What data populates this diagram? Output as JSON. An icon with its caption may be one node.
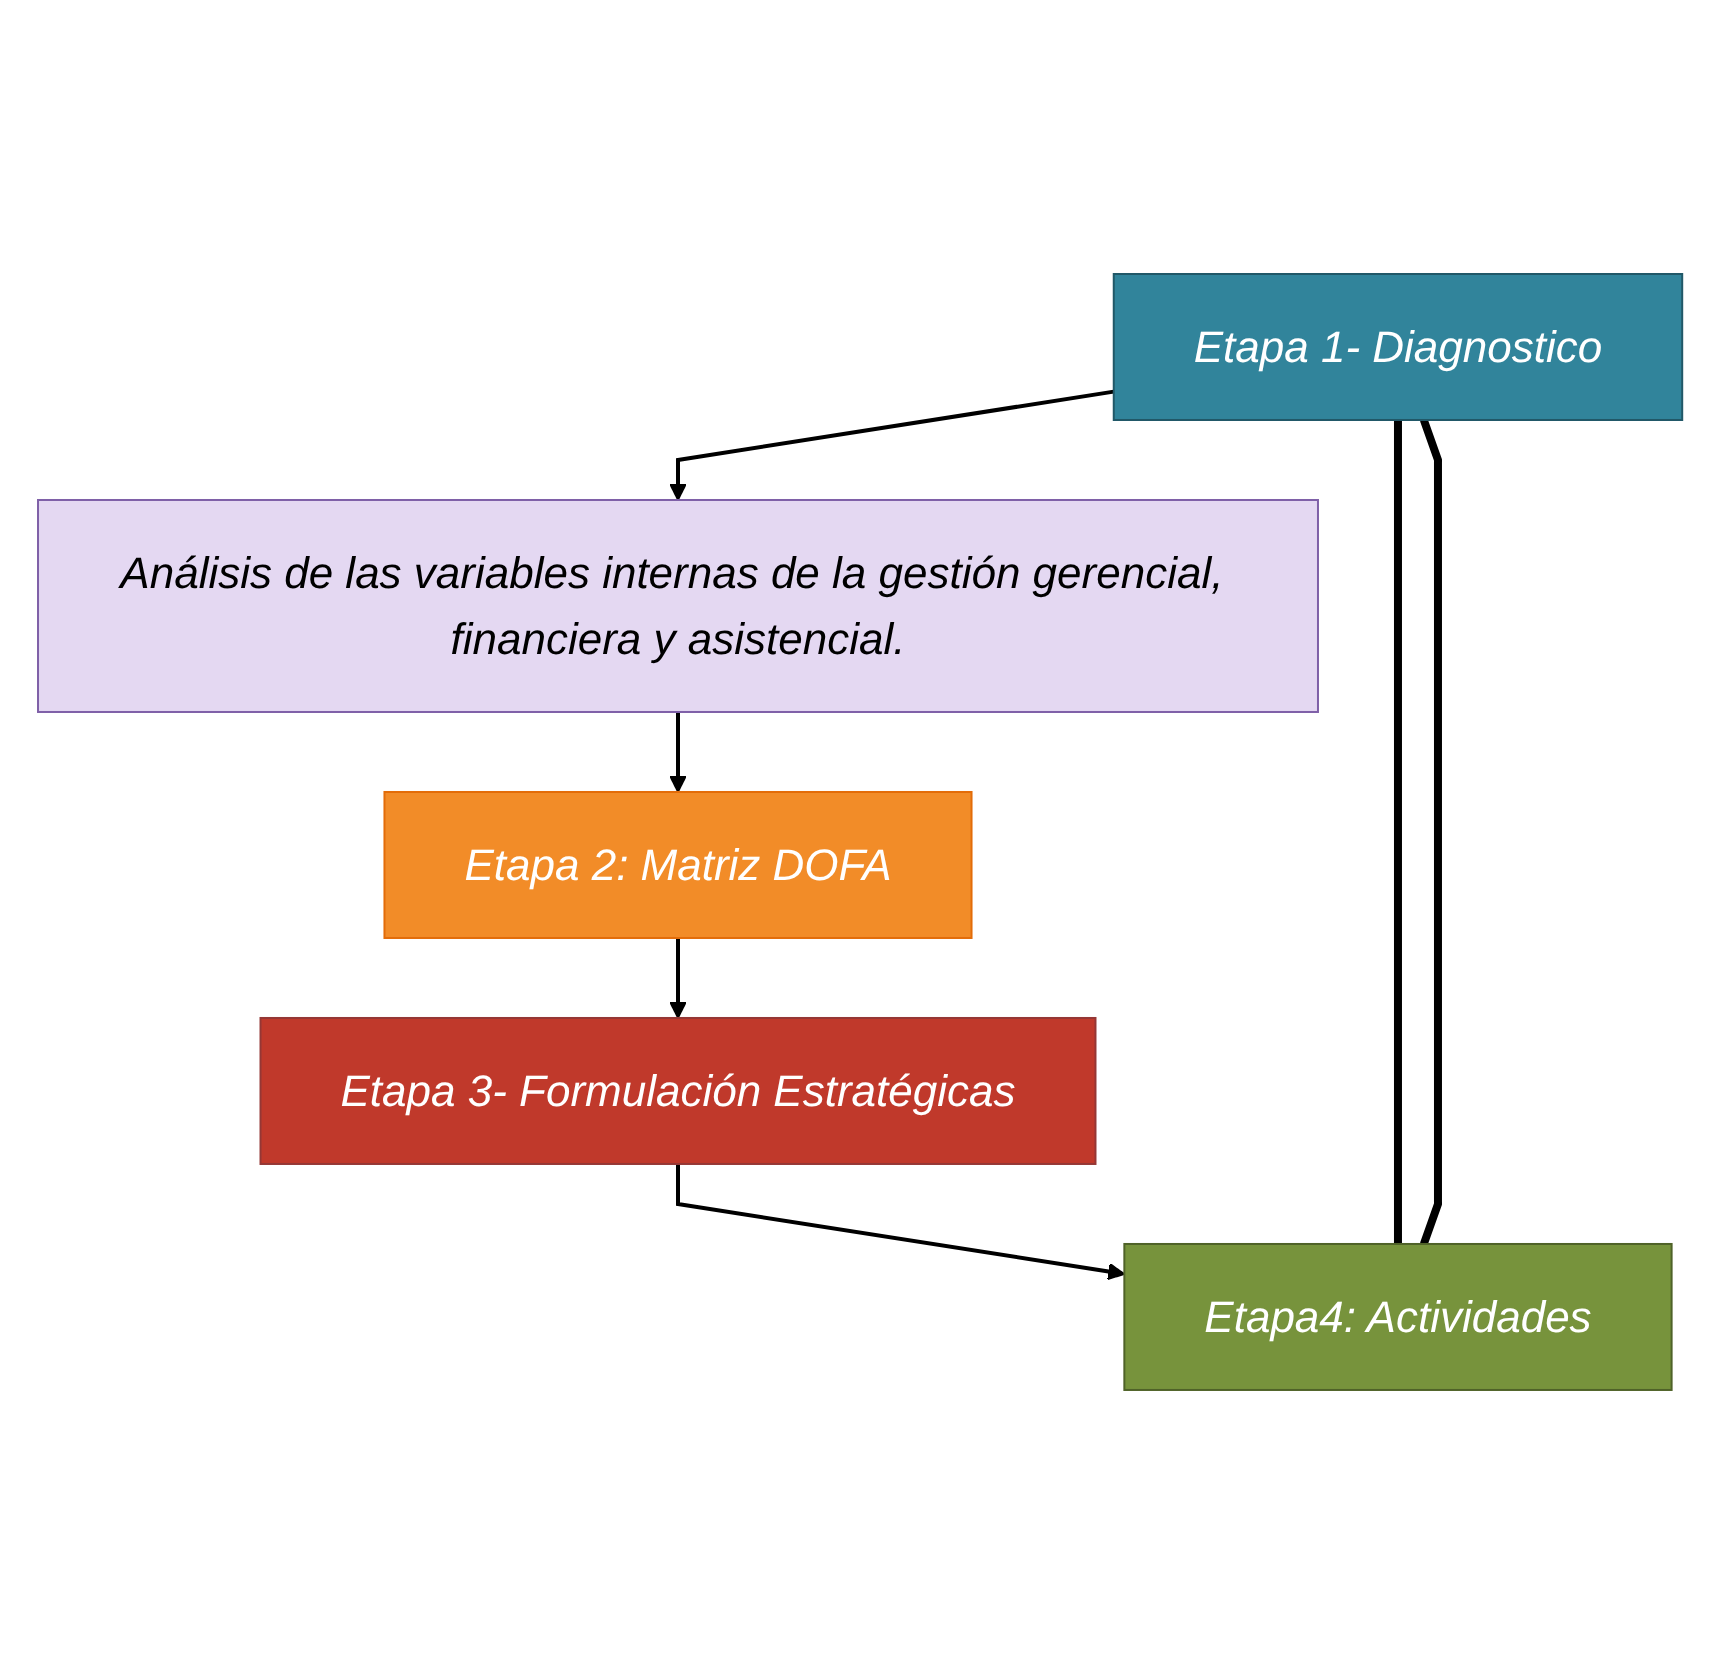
{
  "diagram": {
    "nodes": [
      {
        "text": [
          "Etapa 1- Diagnostico"
        ]
      },
      {
        "text": [
          "Análisis de las variables internas de la gestión gerencial, financiera y asistencial."
        ]
      },
      {
        "text": [
          "Etapa 2: Matriz DOFA"
        ]
      },
      {
        "text": [
          "Etapa 3- Formulación Estratégicas"
        ]
      },
      {
        "text": [
          "Etapa4: Actividades"
        ]
      }
    ],
    "edges": [
      {
        "from": 0,
        "to": 1,
        "arrow": "to"
      },
      {
        "from": 1,
        "to": 2,
        "arrow": "to"
      },
      {
        "from": 2,
        "to": 3,
        "arrow": "to"
      },
      {
        "from": 3,
        "to": 4,
        "arrow": "to"
      },
      {
        "from": 0,
        "to": 4,
        "arrow": "none",
        "style": "thick"
      },
      {
        "from": 0,
        "to": 4,
        "arrow": "none",
        "style": "thick"
      }
    ]
  }
}
